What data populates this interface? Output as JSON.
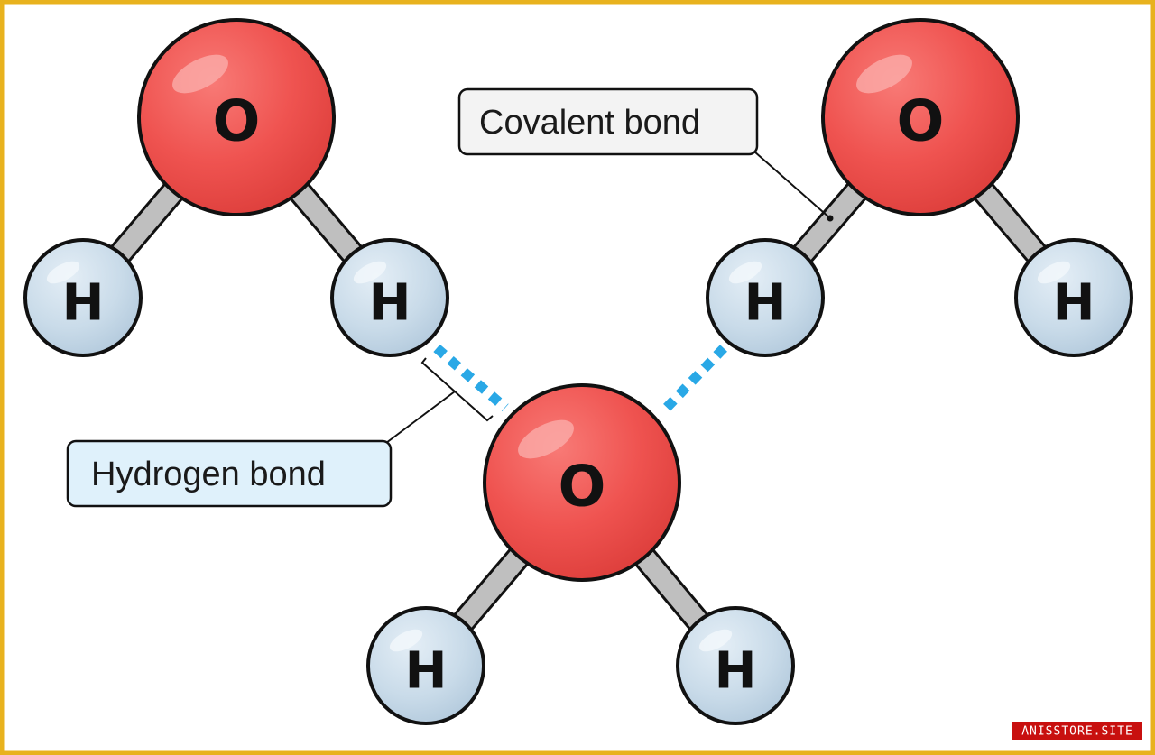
{
  "diagram": {
    "oxygen_symbol": "O",
    "hydrogen_symbol": "H",
    "labels": {
      "covalent_bond": "Covalent bond",
      "hydrogen_bond": "Hydrogen bond"
    },
    "colors": {
      "frame": "#e8b21e",
      "oxygen": "#ef5350",
      "hydrogen": "#c9dbe9",
      "bond": "#bfbfbf",
      "hydrogen_bond": "#29a8e6",
      "covalent_label_bg": "#f3f3f3",
      "hydrogen_label_bg": "#dff1fb"
    }
  },
  "watermark": {
    "text": "ANISSTORE.SITE",
    "background": "#c8100f"
  }
}
